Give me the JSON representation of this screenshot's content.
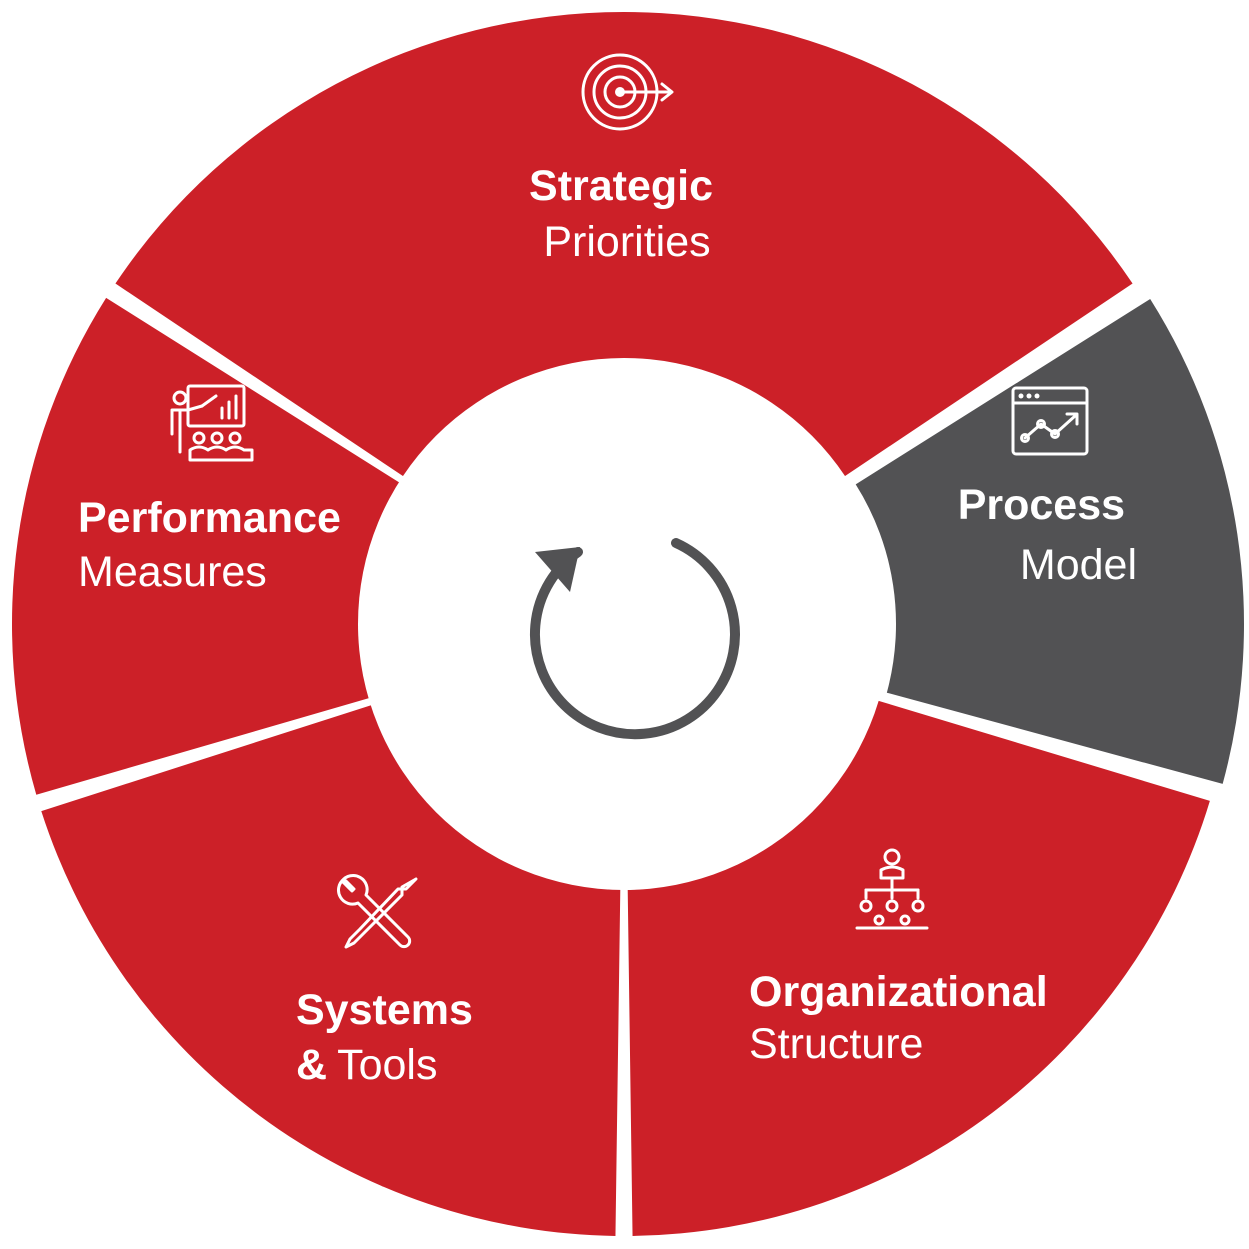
{
  "colors": {
    "accent": "#cc2028",
    "highlight": "#525254",
    "center": "#ffffff",
    "cycle_arrow": "#525254",
    "text": "#ffffff"
  },
  "segments": [
    {
      "id": "strategic",
      "line1": "Strategic",
      "line2": "Priorities",
      "icon": "target-icon",
      "active": false
    },
    {
      "id": "process",
      "line1": "Process",
      "line2": "Model",
      "icon": "chart-window-icon",
      "active": true
    },
    {
      "id": "organizational",
      "line1": "Organizational",
      "line2": "Structure",
      "icon": "org-chart-icon",
      "active": false
    },
    {
      "id": "systems",
      "line1": "Systems",
      "line1b": "&",
      "line2": "Tools",
      "icon": "wrench-screwdriver-icon",
      "active": false
    },
    {
      "id": "performance",
      "line1": "Performance",
      "line2": "Measures",
      "icon": "presentation-audience-icon",
      "active": false
    }
  ],
  "center": {
    "icon": "cycle-arrow-icon"
  }
}
